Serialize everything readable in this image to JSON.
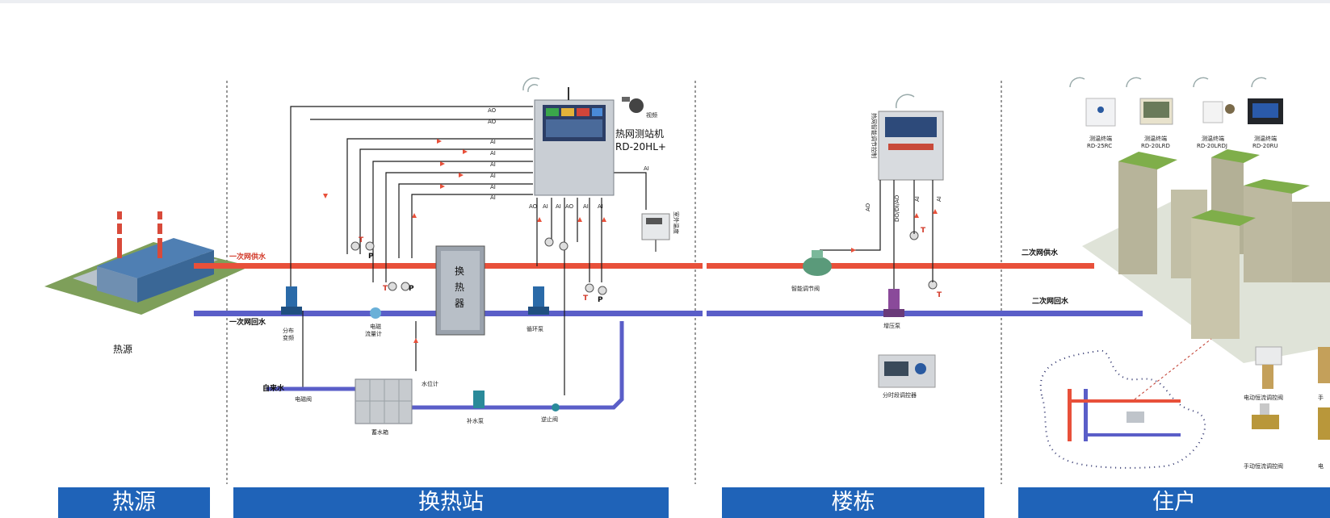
{
  "sections": {
    "heat_source": "热源",
    "heat_station": "换热站",
    "building": "楼栋",
    "household": "住户"
  },
  "labels": {
    "heat_source_name": "热源",
    "primary_supply": "一次网供水",
    "primary_return": "一次网回水",
    "secondary_supply": "二次网供水",
    "secondary_return": "二次网回水",
    "heat_exchanger_line1": "换",
    "heat_exchanger_line2": "热",
    "heat_exchanger_line3": "器",
    "controller_line1": "热网测站机",
    "controller_line2": "RD-20HL+",
    "camera": "视频",
    "outdoor_temp": "室外温度",
    "split_pump_1": "分布",
    "split_pump_2": "变频",
    "em_flow_1": "电磁",
    "em_flow_2": "流量计",
    "circ_pump": "循环泵",
    "makeup_pump": "补水泵",
    "check_valve": "逆止阀",
    "water_tank": "蓄水箱",
    "tap_water": "自来水",
    "solenoid_valve": "电磁阀",
    "level_meter": "水位计",
    "smart_valve": "智能调节阀",
    "booster_pump": "增压泵",
    "time_controller": "分时段调控器",
    "building_controller": "热网智能调节控制",
    "sig_ao": "AO",
    "sig_ai": "AI",
    "sig_do_di_ao": "DO/DI/AO",
    "t": "T",
    "p": "P",
    "dev1_name": "测温终端",
    "dev1_model": "RD-25RC",
    "dev2_name": "测温终端",
    "dev2_model": "RD-20LRD",
    "dev3_name": "测温终端",
    "dev3_model": "RD-20LRDJ",
    "dev4_name": "测温终端",
    "dev4_model": "RD-20RU",
    "valve1": "电动恒流调控阀",
    "valve2": "手动恒流调控阀",
    "valve3": "手",
    "valve4": "电"
  },
  "colors": {
    "supply": "#e8503a",
    "return": "#5a5ec8",
    "bar": "#1f63b8",
    "signal": "#1a1a1a"
  }
}
